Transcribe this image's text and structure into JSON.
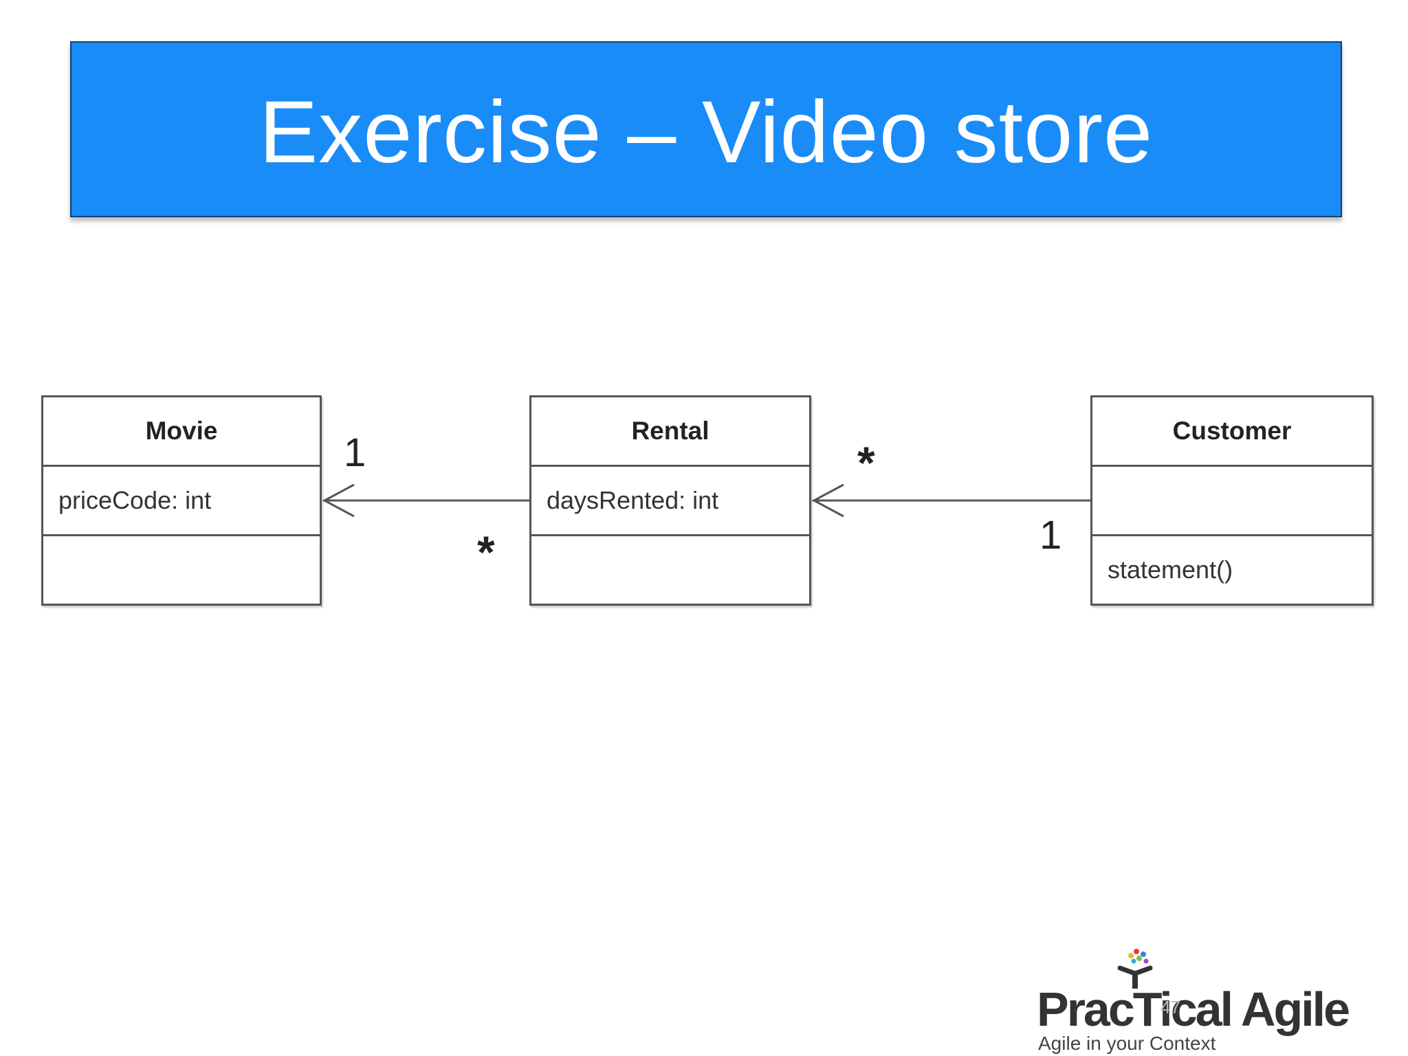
{
  "slide": {
    "title": "Exercise – Video store",
    "page_number": "47"
  },
  "colors": {
    "banner": "#1a8cf8",
    "banner_text": "#ffffff",
    "uml_line": "#555555"
  },
  "classes": {
    "movie": {
      "name": "Movie",
      "attributes": "priceCode: int",
      "operations": ""
    },
    "rental": {
      "name": "Rental",
      "attributes": "daysRented: int",
      "operations": ""
    },
    "customer": {
      "name": "Customer",
      "attributes": "",
      "operations": "statement()"
    }
  },
  "associations": {
    "rental_movie": {
      "movie_end": "1",
      "rental_end": "*"
    },
    "customer_rental": {
      "rental_end": "*",
      "customer_end": "1"
    }
  },
  "logo": {
    "name": "PracTical Agile",
    "tagline": "Agile in your Context"
  }
}
